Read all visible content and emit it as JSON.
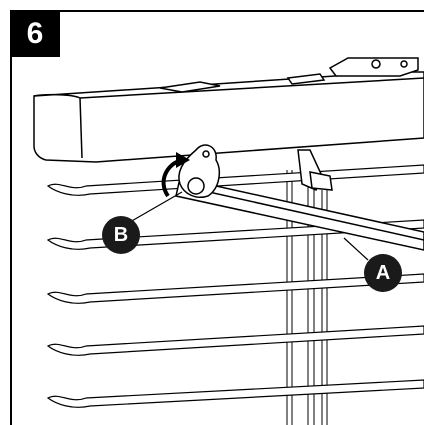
{
  "step": {
    "number": "6"
  },
  "callouts": {
    "a": "A",
    "b": "B"
  },
  "colors": {
    "ink": "#000000",
    "callout_fill": "#1a1a1a",
    "paper": "#ffffff"
  }
}
